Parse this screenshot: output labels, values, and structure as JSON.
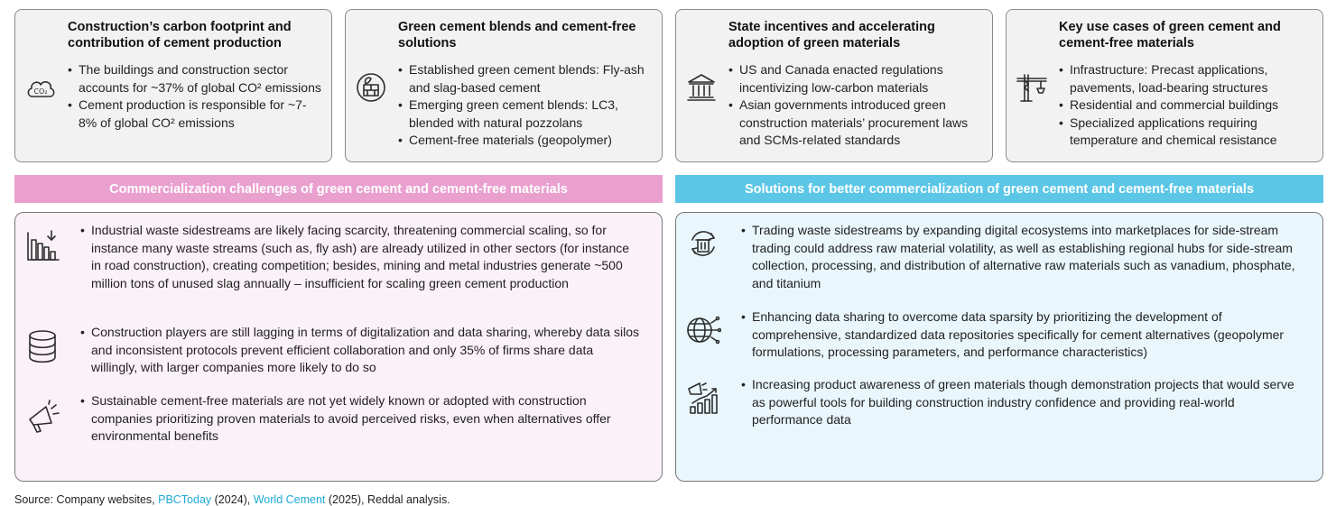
{
  "cards": [
    {
      "title": "Construction’s carbon footprint and contribution of cement production",
      "icon": "co2-cloud-icon",
      "bullets": [
        "The buildings and construction sector accounts for ~37% of global CO² emissions",
        "Cement production is responsible for ~7-8% of global CO² emissions"
      ]
    },
    {
      "title": "Green cement blends and cement-free solutions",
      "icon": "green-brick-icon",
      "bullets": [
        "Established green cement blends: Fly-ash and slag-based cement",
        "Emerging green cement blends: LC3, blended with natural pozzolans",
        "Cement-free materials (geopolymer)"
      ]
    },
    {
      "title": "State incentives and accelerating adoption of green materials",
      "icon": "government-building-icon",
      "bullets": [
        "US and Canada enacted regulations incentivizing low-carbon materials",
        "Asian governments introduced green construction materials’ procurement laws and SCMs-related standards"
      ]
    },
    {
      "title": "Key use cases of green cement and cement-free materials",
      "icon": "construction-crane-icon",
      "bullets": [
        "Infrastructure: Precast applications, pavements, load-bearing structures",
        "Residential and commercial buildings",
        "Specialized applications requiring temperature and chemical resistance"
      ]
    }
  ],
  "banners": {
    "challenges": "Commercialization challenges of green cement and cement-free materials",
    "solutions": "Solutions for better commercialization of green cement and cement-free materials"
  },
  "challenges": [
    {
      "icon": "declining-bar-chart-icon",
      "text": "Industrial waste sidestreams are likely facing scarcity, threatening commercial scaling, so for instance many waste streams (such as, fly ash) are already utilized in other sectors (for instance in road construction), creating competition; besides, mining and metal industries generate ~500 million tons of unused slag annually – insufficient for scaling green cement production"
    },
    {
      "icon": "database-icon",
      "text": "Construction players are still lagging in terms of digitalization and data sharing, whereby data silos and inconsistent protocols prevent efficient collaboration and only 35% of firms share data willingly, with larger companies more likely to do so"
    },
    {
      "icon": "megaphone-icon",
      "text": "Sustainable cement-free materials are not yet widely known or adopted with construction companies prioritizing proven materials to avoid perceived risks, even when alternatives offer environmental benefits"
    }
  ],
  "solutions": [
    {
      "icon": "recycling-trade-icon",
      "text": "Trading waste sidestreams by expanding digital ecosystems into marketplaces for side-stream trading could address raw material volatility, as well as establishing regional hubs for side-stream collection, processing, and distribution of alternative raw materials such as vanadium, phosphate, and titanium"
    },
    {
      "icon": "globe-network-icon",
      "text": "Enhancing data sharing to overcome data sparsity by prioritizing the development of comprehensive, standardized data repositories specifically for cement alternatives (geopolymer formulations, processing parameters, and performance characteristics)"
    },
    {
      "icon": "megaphone-growth-chart-icon",
      "text": "Increasing product awareness of green materials though demonstration projects that would serve as powerful tools for building construction industry confidence and providing real-world performance data"
    }
  ],
  "source": {
    "prefix": "Source: Company websites, ",
    "link1": "PBCToday",
    "mid1": " (2024), ",
    "link2": "World Cement",
    "suffix": " (2025), Reddal analysis."
  }
}
